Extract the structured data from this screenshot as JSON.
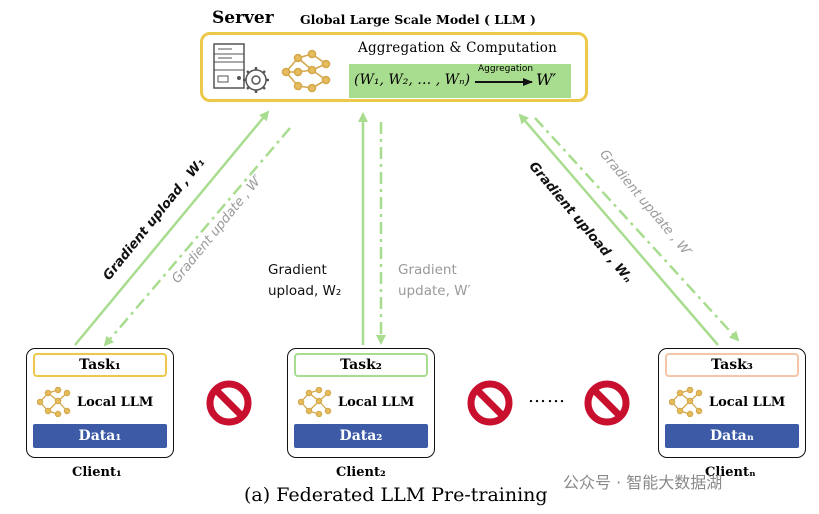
{
  "server": {
    "label": "Server",
    "title": "Global Large Scale Model ( LLM )",
    "aggregation_label": "Aggregation & Computation",
    "formula_input": "(W₁, W₂, … , Wₙ)",
    "arrow_label": "Aggregation",
    "formula_output": "W′"
  },
  "edges": {
    "left_upload": "Gradient upload , W₁",
    "left_update": "Gradient update , W′",
    "mid_upload_line1": "Gradient",
    "mid_upload_line2": "upload, W₂",
    "mid_update_line1": "Gradient",
    "mid_update_line2": "update, W′",
    "right_upload": "Gradient upload , Wₙ",
    "right_update": "Gradient update , W′"
  },
  "clients": [
    {
      "task": "Task₁",
      "local": "Local LLM",
      "data": "Data₁",
      "label": "Client₁",
      "task_border": "#ecc94b"
    },
    {
      "task": "Task₂",
      "local": "Local LLM",
      "data": "Data₂",
      "label": "Client₂",
      "task_border": "#a8dc8f"
    },
    {
      "task": "Task₃",
      "local": "Local LLM",
      "data": "Dataₙ",
      "label": "Clientₙ",
      "task_border": "#f5c5a8"
    }
  ],
  "dots": "……",
  "caption": "(a)  Federated LLM Pre-training",
  "watermark": "公众号 · 智能大数据湖",
  "colors": {
    "server_border": "#ecc94b",
    "strip": "#a8dc8f",
    "arrow_green": "#a8dc8f",
    "data_blue": "#3c5aa6",
    "no_sign": "#c8102e"
  },
  "icons": [
    "server-rack-icon",
    "gear-icon",
    "neural-network-icon",
    "no-sign-icon"
  ]
}
